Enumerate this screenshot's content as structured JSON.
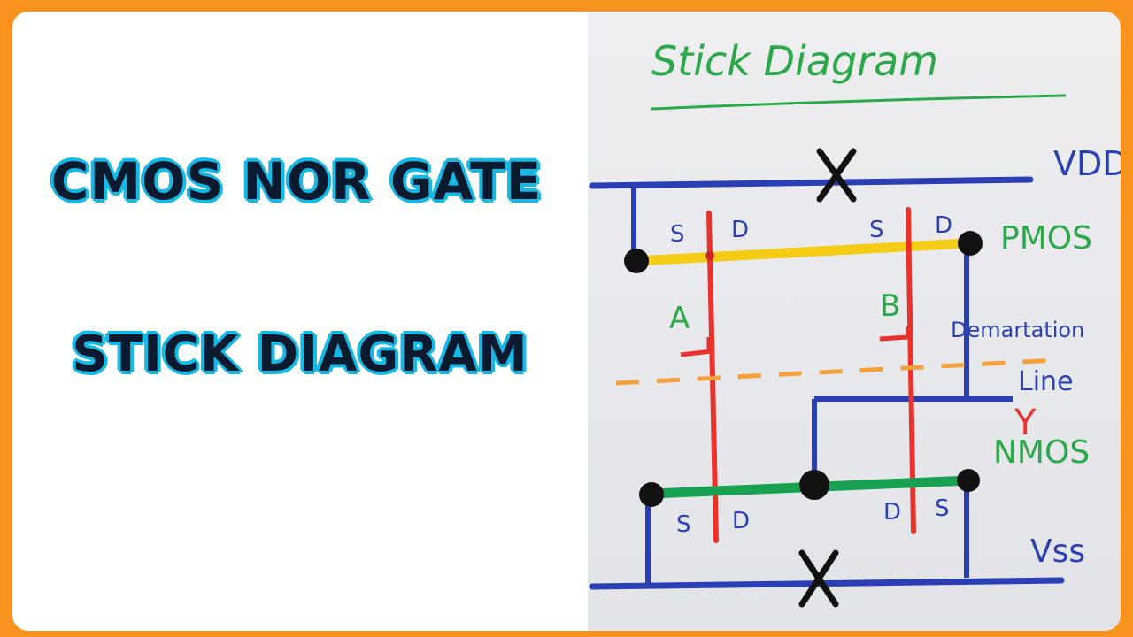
{
  "title": {
    "line1": "CMOS NOR GATE",
    "line2": "STICK DIAGRAM"
  },
  "diagram": {
    "heading": "Stick Diagram",
    "rails": {
      "vdd": "VDD",
      "vss": "Vss"
    },
    "regions": {
      "pmos": "PMOS",
      "nmos": "NMOS"
    },
    "demarcation": {
      "line1": "Demartation",
      "line2": "Line"
    },
    "inputs": {
      "a": "A",
      "b": "B"
    },
    "output": "Y",
    "terminals": {
      "pmos_a_source": "S",
      "pmos_a_drain": "D",
      "pmos_b_source": "S",
      "pmos_b_drain": "D",
      "nmos_a_source": "S",
      "nmos_a_drain": "D",
      "nmos_b_drain": "D",
      "nmos_b_source": "S"
    },
    "colors": {
      "metal": "#2b3fb5",
      "poly": "#e8322b",
      "pdiff": "#f4cc16",
      "ndiff": "#18a150",
      "demarcation": "#f4a13a",
      "text_green": "#2aa84a",
      "text_blue": "#2a3fb0",
      "contact": "#111111"
    }
  }
}
